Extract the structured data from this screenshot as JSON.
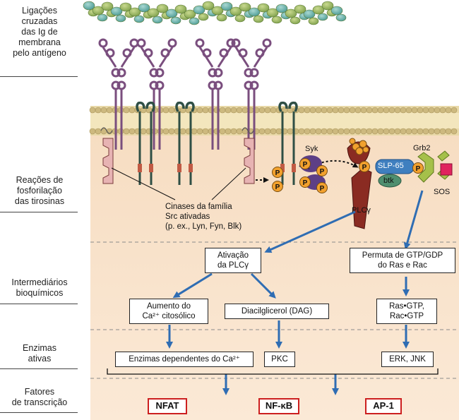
{
  "side_labels": [
    "Ligações\ncruzadas\ndas Ig de\nmembrana\npelo antígeno",
    "Reações de\nfosforilação\ndas tirosinas",
    "Intermediários\nbioquímicos",
    "Enzimas\nativas",
    "Fatores\nde transcrição"
  ],
  "molecules": {
    "syk": "Syk",
    "grb2": "Grb2",
    "slp65": "SLP-65",
    "btk": "btk",
    "sos": "SOS",
    "plc": "PLCγ",
    "p": "P",
    "src_note": "Cinases da família\nSrc ativadas\n(p. ex., Lyn, Fyn, Blk)"
  },
  "boxes": {
    "plc_activation": "Ativação\nda PLCγ",
    "gtp_exchange": "Permuta de GTP/GDP\ndo Ras e Rac",
    "ca_increase": "Aumento do\nCa²⁺ citosólico",
    "dag": "Diacilglicerol (DAG)",
    "ras_gtp": "Ras•GTP,\nRac•GTP",
    "ca_enzymes": "Enzimas dependentes do Ca²⁺",
    "pkc": "PKC",
    "erk": "ERK, JNK"
  },
  "transcription_factors": [
    "NFAT",
    "NF-κB",
    "AP-1"
  ],
  "colors": {
    "cytoplasm": "#f8e1c6",
    "membrane_head": "#d8c690",
    "receptor": "#7a4e7e",
    "igab": "#2f4f45",
    "phospho": "#f2a12e",
    "syk": "#5d3f86",
    "plc": "#8a2b22",
    "slp65": "#3f7fbf",
    "btk": "#4f8f6f",
    "grb2": "#a5c04a",
    "sos": "#e0245e",
    "arrow": "#2f6db3",
    "tf_border": "#cc1f1f"
  }
}
